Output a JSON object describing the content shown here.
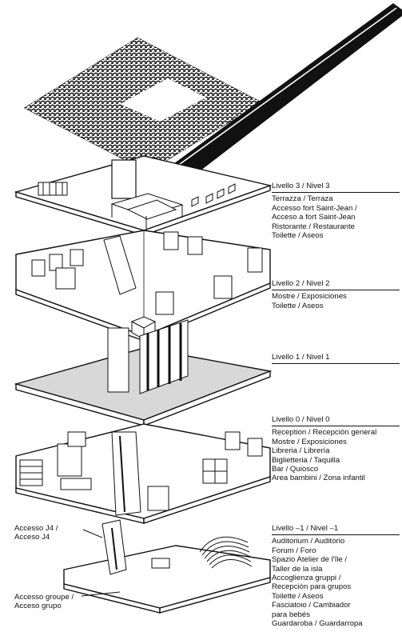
{
  "floors": [
    {
      "title": "Livello 3 / Nivel 3",
      "items": [
        "Terrazza / Terraza",
        "Accesso fort Saint-Jean /",
        "Acceso a fort Saint-Jean",
        "Ristorante / Restaurante",
        "Toilette / Aseos"
      ]
    },
    {
      "title": "Livello 2 / Nivel 2",
      "items": [
        "Mostre / Exposiciones",
        "Toilette / Aseos"
      ]
    },
    {
      "title": "Livello 1 / Nivel 1",
      "items": []
    },
    {
      "title": "Livello 0 / Nivel 0",
      "items": [
        "Reception / Recepción general",
        "Mostre / Exposiciones",
        "Libreria / Librería",
        "Biglietteria / Taquilla",
        "Bar / Quiosco",
        "Area bambini / Zona infantil"
      ]
    },
    {
      "title": "Livello –1 / Nivel –1",
      "items": [
        "Auditorium / Auditorio",
        "Forum / Foro",
        "Spazio Atelier de l'île /",
        "Taller de la isla",
        "Accoglienza gruppi /",
        "Recepción para grupos",
        "Toilette / Aseos",
        "Fasciatoio / Cambiador",
        "para bebés",
        "Guardaroba / Guardarropa"
      ]
    }
  ],
  "side_labels": {
    "access_j4": [
      "Accesso J4 /",
      "Acceso J4"
    ],
    "group_access": [
      "Accesso groupe /",
      "Acceso grupo"
    ]
  }
}
